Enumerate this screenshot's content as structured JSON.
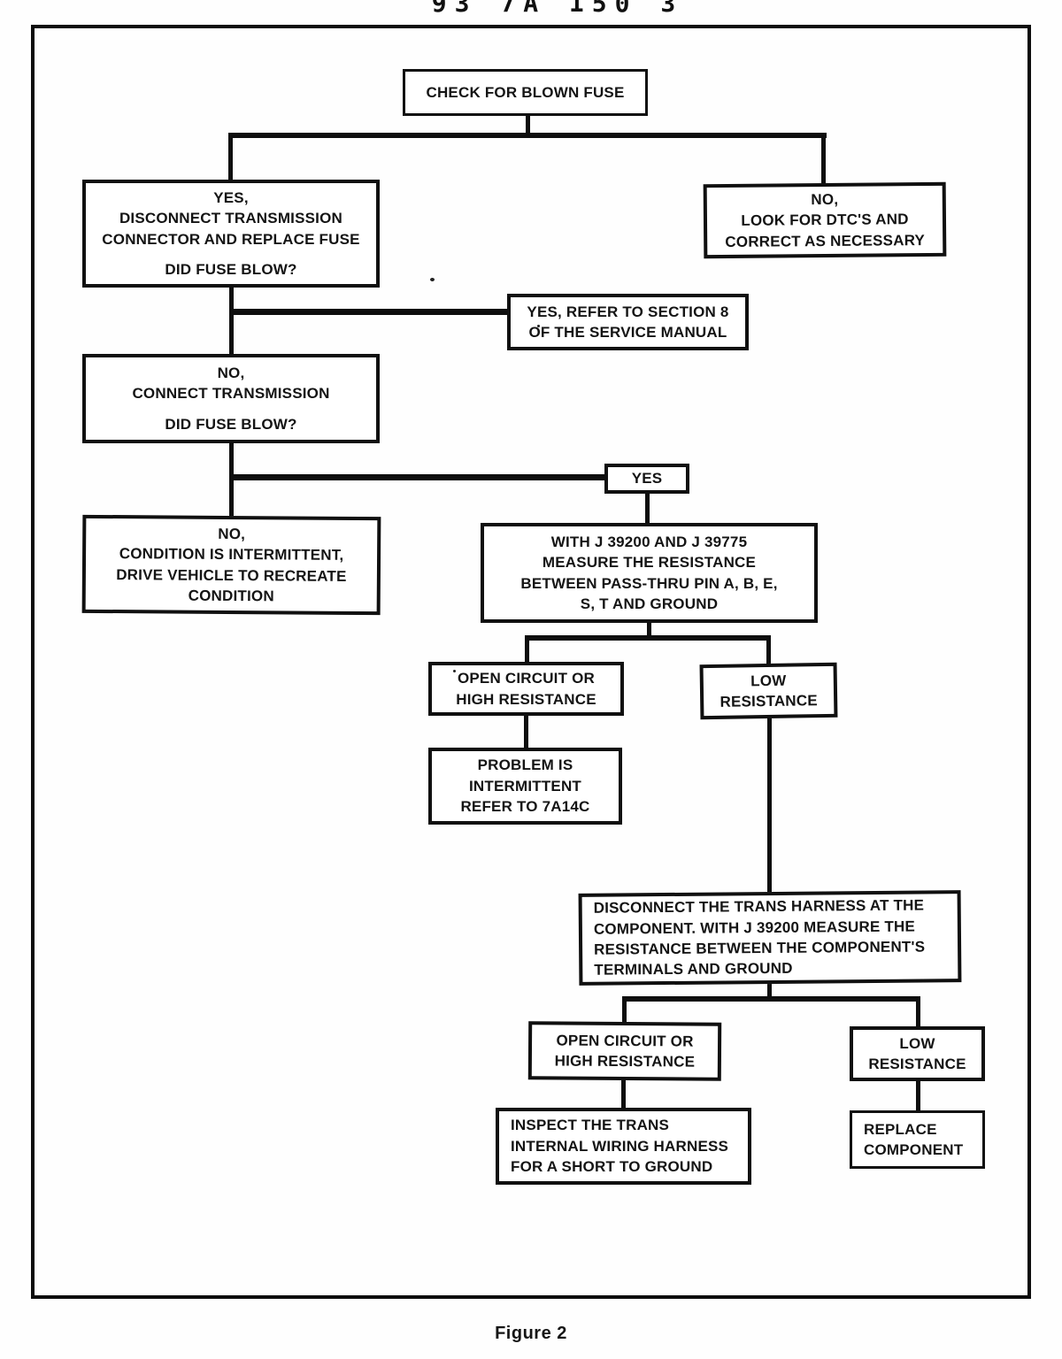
{
  "page": {
    "header_code": "93 7A 150 3",
    "figure_caption": "Figure 2"
  },
  "flowchart": {
    "check_fuse": {
      "lines": [
        "CHECK FOR BLOWN FUSE"
      ]
    },
    "fuse_yes": {
      "lines": [
        "YES,",
        "DISCONNECT TRANSMISSION",
        "CONNECTOR AND REPLACE FUSE"
      ],
      "question": "DID FUSE BLOW?"
    },
    "fuse_no": {
      "lines": [
        "NO,",
        "LOOK FOR DTC'S AND",
        "CORRECT AS NECESSARY"
      ]
    },
    "refer_section8": {
      "lines": [
        "YES, REFER TO SECTION 8",
        "OF THE SERVICE MANUAL"
      ]
    },
    "connect_trans": {
      "lines": [
        "NO,",
        "CONNECT TRANSMISSION"
      ],
      "question": "DID FUSE BLOW?"
    },
    "yes_branch": {
      "lines": [
        "YES"
      ]
    },
    "intermittent": {
      "lines": [
        "NO,",
        "CONDITION IS INTERMITTENT,",
        "DRIVE VEHICLE TO RECREATE",
        "CONDITION"
      ]
    },
    "measure": {
      "lines": [
        "WITH J 39200 AND J 39775",
        "MEASURE THE RESISTANCE",
        "BETWEEN PASS-THRU PIN A, B, E,",
        "S, T AND GROUND"
      ]
    },
    "open_high_1": {
      "lines": [
        "OPEN CIRCUIT OR",
        "HIGH RESISTANCE"
      ]
    },
    "low_res_1": {
      "lines": [
        "LOW",
        "RESISTANCE"
      ]
    },
    "problem": {
      "lines": [
        "PROBLEM IS",
        "INTERMITTENT",
        "REFER TO 7A14C"
      ]
    },
    "disconnect": {
      "lines": [
        "DISCONNECT THE TRANS HARNESS AT THE",
        "COMPONENT. WITH J 39200 MEASURE THE",
        "RESISTANCE BETWEEN THE COMPONENT'S",
        "TERMINALS AND GROUND"
      ]
    },
    "open_high_2": {
      "lines": [
        "OPEN CIRCUIT OR",
        "HIGH RESISTANCE"
      ]
    },
    "low_res_2": {
      "lines": [
        "LOW",
        "RESISTANCE"
      ]
    },
    "inspect": {
      "lines": [
        "INSPECT THE TRANS",
        "INTERNAL WIRING HARNESS",
        "FOR A SHORT TO GROUND"
      ]
    },
    "replace": {
      "lines": [
        "REPLACE",
        "COMPONENT"
      ]
    }
  }
}
